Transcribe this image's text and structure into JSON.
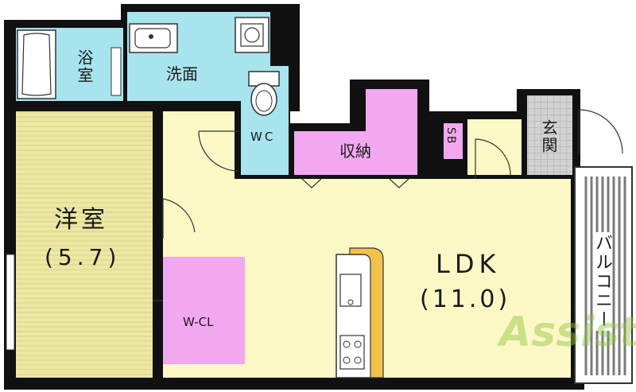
{
  "rooms": {
    "bath": "浴室",
    "washroom": "洗面",
    "wc": "WC",
    "storage": "収納",
    "shoe_box": "SB",
    "entrance": "玄関",
    "western_room": "洋室",
    "western_room_size": "(5.7)",
    "walk_in_closet": "W-CL",
    "ldk": "LDK",
    "ldk_size": "(11.0)",
    "balcony": "バルコニー"
  },
  "watermark": "Assist",
  "colors": {
    "wall": "#111111",
    "bath": "#a8e4ee",
    "wc": "#a8e4ee",
    "living": "#fbf8c6",
    "tatami": "#ece8a4",
    "storage": "#f2a8f0",
    "entrance_tile": "#d2d2d2",
    "balcony": "#8f8f8f"
  }
}
